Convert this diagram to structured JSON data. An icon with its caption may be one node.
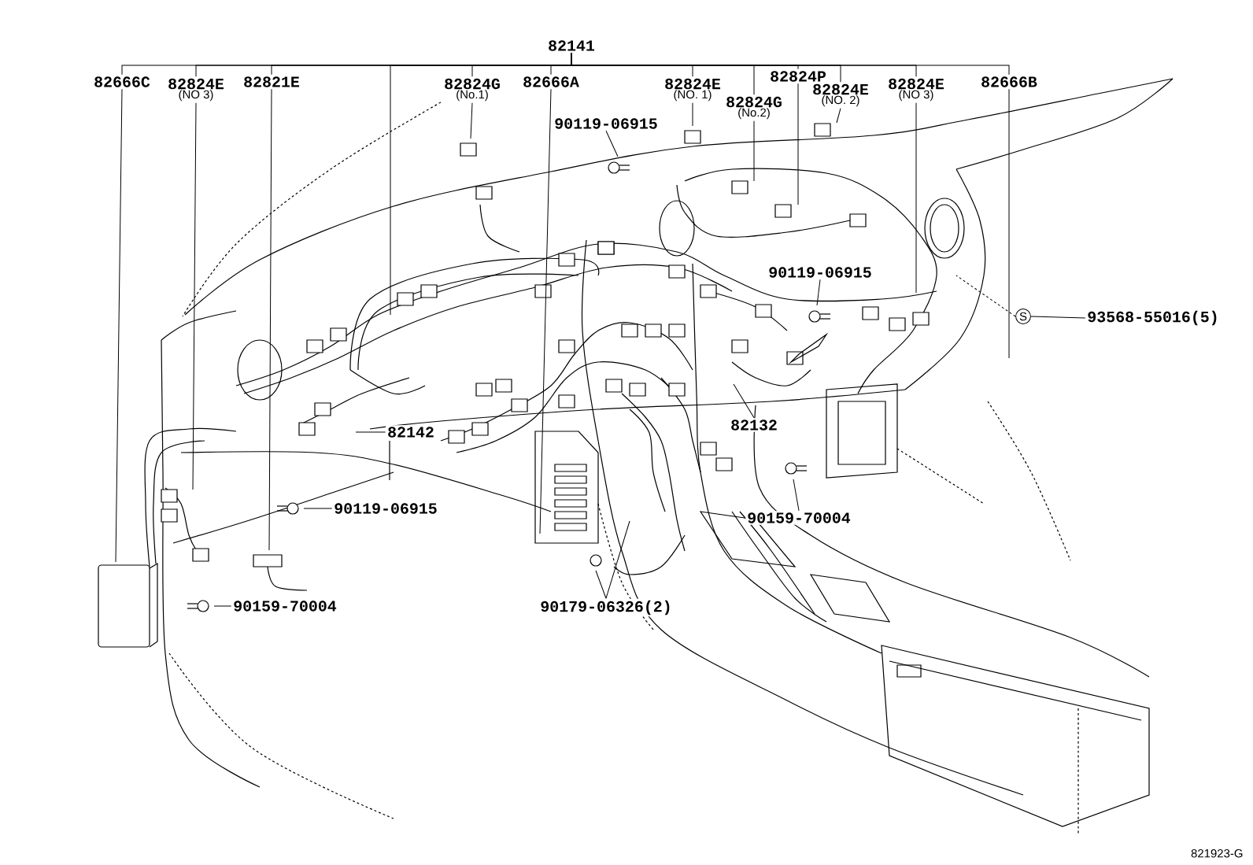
{
  "diagram": {
    "nodes": [
      {
        "text": [
          "82141"
        ]
      },
      {
        "text": [
          "82666C"
        ]
      },
      {
        "text": [
          "82824E",
          "(NO 3)"
        ]
      },
      {
        "text": [
          "82821E"
        ]
      },
      {
        "text": [
          "82824G",
          "(No.1)"
        ]
      },
      {
        "text": [
          "82666A"
        ]
      },
      {
        "text": [
          "82824E",
          "(NO. 1)"
        ]
      },
      {
        "text": [
          "90119-06915"
        ]
      },
      {
        "text": [
          "82824G",
          "(No.2)"
        ]
      },
      {
        "text": [
          "82824P"
        ]
      },
      {
        "text": [
          "82824E",
          "(NO. 2)"
        ]
      },
      {
        "text": [
          "82824E",
          "(NO 3)"
        ]
      },
      {
        "text": [
          "82666B"
        ]
      },
      {
        "text": [
          "90119-06915"
        ]
      },
      {
        "text": [
          "S"
        ]
      },
      {
        "text": [
          "93568-55016(5)"
        ]
      },
      {
        "text": [
          "82142"
        ]
      },
      {
        "text": [
          "82132"
        ]
      },
      {
        "text": [
          "90119-06915"
        ]
      },
      {
        "text": [
          "90159-70004"
        ]
      },
      {
        "text": [
          "90159-70004"
        ]
      },
      {
        "text": [
          "90179-06326(2)"
        ]
      }
    ],
    "edges": [
      {
        "from": 0,
        "to": 1,
        "arrow": "none"
      },
      {
        "from": 0,
        "to": 2,
        "arrow": "none"
      },
      {
        "from": 0,
        "to": 3,
        "arrow": "none"
      },
      {
        "from": 0,
        "to": 4,
        "arrow": "none"
      },
      {
        "from": 0,
        "to": 5,
        "arrow": "none"
      },
      {
        "from": 0,
        "to": 6,
        "arrow": "none"
      },
      {
        "from": 0,
        "to": 8,
        "arrow": "none"
      },
      {
        "from": 0,
        "to": 9,
        "arrow": "none"
      },
      {
        "from": 0,
        "to": 10,
        "arrow": "none"
      },
      {
        "from": 0,
        "to": 11,
        "arrow": "none"
      },
      {
        "from": 0,
        "to": 12,
        "arrow": "none"
      },
      {
        "from": 0,
        "to": null,
        "arrow": "none"
      },
      {
        "from": 1,
        "to": null,
        "arrow": "none"
      },
      {
        "from": 2,
        "to": null,
        "arrow": "none"
      },
      {
        "from": 3,
        "to": null,
        "arrow": "none"
      },
      {
        "from": 4,
        "to": null,
        "arrow": "none"
      },
      {
        "from": 5,
        "to": null,
        "arrow": "none"
      },
      {
        "from": 6,
        "to": null,
        "arrow": "none"
      },
      {
        "from": 8,
        "to": null,
        "arrow": "none"
      },
      {
        "from": 9,
        "to": null,
        "arrow": "none"
      },
      {
        "from": 10,
        "to": null,
        "arrow": "none"
      },
      {
        "from": 11,
        "to": null,
        "arrow": "none"
      },
      {
        "from": 12,
        "to": null,
        "arrow": "none"
      },
      {
        "from": 7,
        "to": null,
        "arrow": "none"
      },
      {
        "from": 13,
        "to": null,
        "arrow": "none"
      },
      {
        "from": 15,
        "to": 14,
        "arrow": "none"
      },
      {
        "from": 14,
        "to": null,
        "arrow": "none",
        "style": "dashed"
      },
      {
        "from": 16,
        "to": null,
        "arrow": "none"
      },
      {
        "from": 17,
        "to": null,
        "arrow": "none"
      },
      {
        "from": 18,
        "to": null,
        "arrow": "none"
      },
      {
        "from": 19,
        "to": null,
        "arrow": "none"
      },
      {
        "from": 20,
        "to": null,
        "arrow": "none"
      },
      {
        "from": 21,
        "to": null,
        "arrow": "none"
      },
      {
        "from": 21,
        "to": null,
        "arrow": "none"
      }
    ],
    "labels": [
      "821923-G"
    ]
  }
}
